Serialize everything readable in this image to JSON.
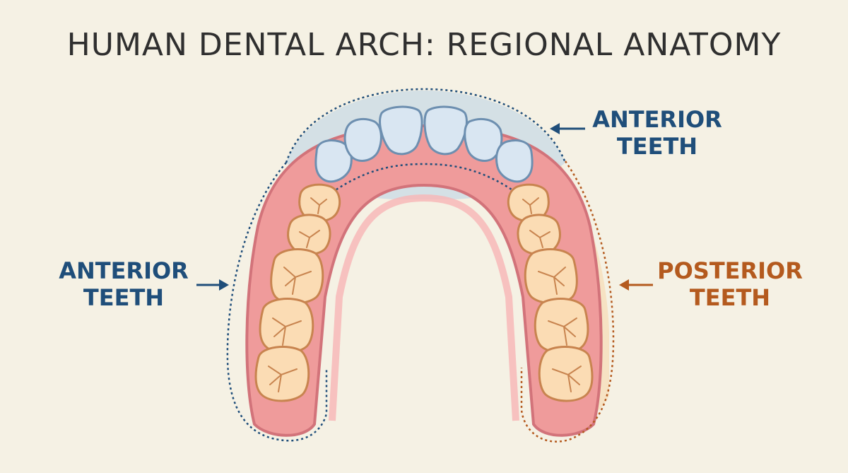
{
  "title": "HUMAN DENTAL ARCH: REGIONAL ANATOMY",
  "labels": {
    "anterior_top": [
      "ANTERIOR",
      "TEETH"
    ],
    "anterior_left": [
      "ANTERIOR",
      "TEETH"
    ],
    "posterior_right": [
      "POSTERIOR",
      "TEETH"
    ]
  },
  "colors": {
    "background": "#f5f1e4",
    "anterior": "#1f4e7a",
    "posterior": "#b45a1e",
    "gum": "#ef9b9b",
    "gum_inner": "#e87f84",
    "incisor": "#d9e6f2",
    "molar": "#fbdcb4",
    "anterior_region": "#c8d9e6",
    "posterior_region": "#f6d9ad"
  }
}
